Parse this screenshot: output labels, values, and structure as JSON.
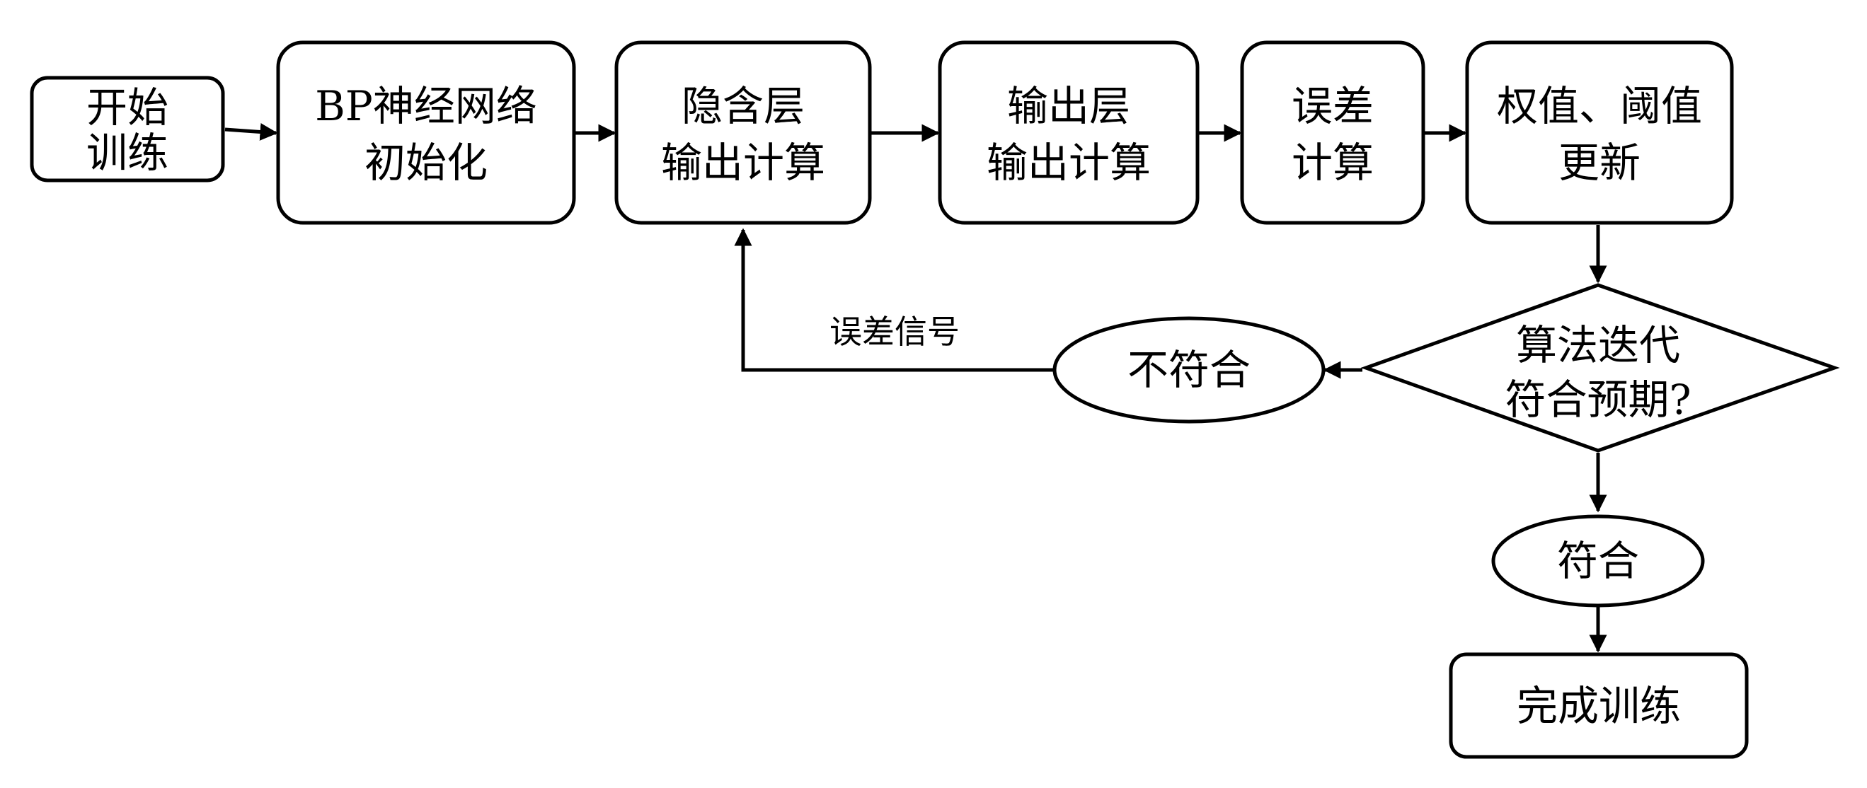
{
  "diagram": {
    "nodes": {
      "start": [
        "开始",
        "训练"
      ],
      "init": [
        "BP神经网络",
        "初始化"
      ],
      "hidden": [
        "隐含层",
        "输出计算"
      ],
      "output": [
        "输出层",
        "输出计算"
      ],
      "error": [
        "误差",
        "计算"
      ],
      "update": [
        "权值、阈值",
        "更新"
      ],
      "decision": [
        "算法迭代",
        "符合预期?"
      ],
      "no": [
        "不符合"
      ],
      "yes": [
        "符合"
      ],
      "finish": [
        "完成训练"
      ]
    },
    "edge_labels": {
      "error_signal": "误差信号"
    }
  },
  "colors": {
    "stroke": "#000000",
    "fill": "#ffffff",
    "background": "#ffffff"
  }
}
